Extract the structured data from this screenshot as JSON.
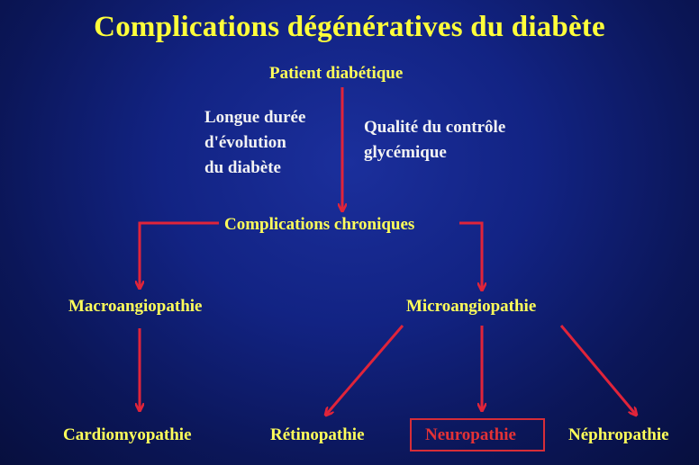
{
  "title": "Complications dégénératives du diabète",
  "nodes": {
    "patient": "Patient diabétique",
    "duree": "Longue durée\nd'évolution\ndu diabète",
    "qualite": "Qualité du contrôle\nglycémique",
    "chroniques": "Complications chroniques",
    "macro": "Macroangiopathie",
    "micro": "Microangiopathie",
    "cardio": "Cardiomyopathie",
    "retino": "Rétinopathie",
    "neuro": "Neuropathie",
    "nephro": "Néphropathie"
  },
  "colors": {
    "title": "#ffff3a",
    "node": "#ffff5a",
    "factor": "#f3f3f3",
    "arrow": "#e0243a",
    "highlight": "#e33236"
  }
}
